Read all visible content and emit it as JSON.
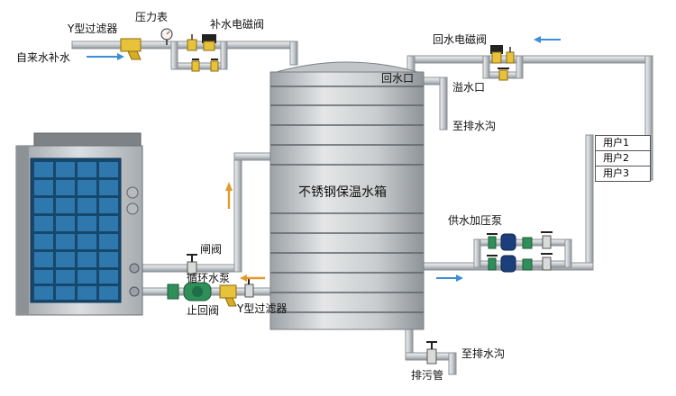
{
  "labels": {
    "y_filter_top": "Y型过滤器",
    "pressure_gauge": "压力表",
    "makeup_valve": "补水电磁阀",
    "city_water": "自来水补水",
    "return_valve": "回水电磁阀",
    "return_inlet": "回水口",
    "overflow": "溢水口",
    "to_drain_top": "至排水沟",
    "tank_title": "不锈钢保温水箱",
    "user1": "用户1",
    "user2": "用户2",
    "user3": "用户3",
    "booster_pump": "供水加压泵",
    "gate_valve": "闸阀",
    "circ_pump": "循环水泵",
    "check_valve": "止回阀",
    "y_filter_bottom": "Y型过滤器",
    "to_drain_bottom": "至排水沟",
    "sewage_pipe": "排污管"
  },
  "colors": {
    "pipe": "#cfd4d8",
    "pipe_edge": "#8a9096",
    "tank_body": "#c4c7ca",
    "tank_band": "#6e7378",
    "unit_panel": "#1f5d8c",
    "flow_arrow_blue": "#3a8fd6",
    "flow_arrow_orange": "#e39a2d",
    "valve_yellow": "#e8c23a",
    "pump_green": "#2f8f5a",
    "valve_black": "#222222"
  }
}
